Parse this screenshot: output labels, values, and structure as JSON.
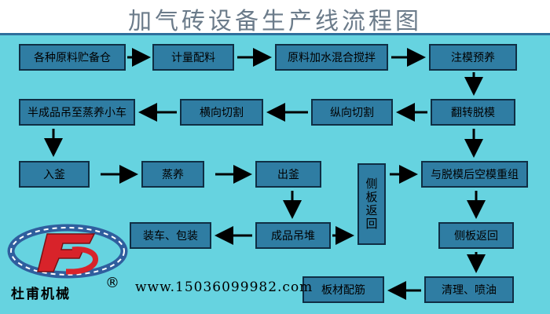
{
  "title": "加气砖设备生产线流程图",
  "steps": {
    "raw_storage": "各种原料贮备仓",
    "metering": "计量配料",
    "mixing": "原料加水混合搅拌",
    "casting": "注模预养",
    "demold": "翻转脱模",
    "long_cut": "纵向切割",
    "cross_cut": "横向切割",
    "to_cart": "半成品吊至蒸养小车",
    "into_kettle": "入釜",
    "steam_cure": "蒸养",
    "out_kettle": "出釜",
    "side_return_v": "侧板返回",
    "regroup": "与脱模后空模重组",
    "stacking": "成品吊堆",
    "loading": "装车、包装",
    "side_return": "侧板返回",
    "cleaning": "清理、喷油",
    "rebar": "板材配筋"
  },
  "brand": {
    "name": "杜甫机械",
    "reg": "®",
    "website": "www.15036099982.com"
  },
  "colors": {
    "background": "#66d3e0",
    "box_fill": "#2f7da3",
    "box_border": "#0f2e44",
    "arrow": "#000000",
    "logo_red": "#d8232a",
    "logo_blue": "#2f5e9e"
  }
}
